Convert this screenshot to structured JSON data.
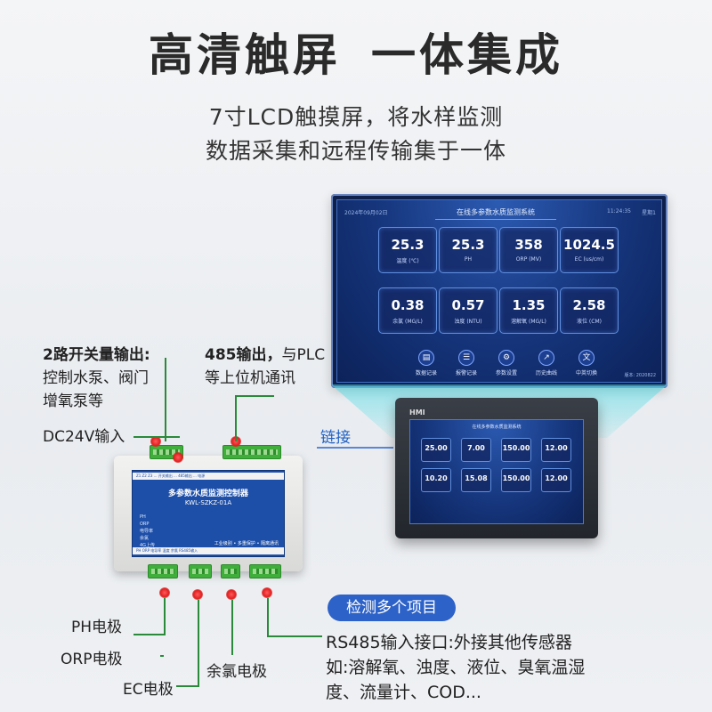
{
  "headline": {
    "left": "高清触屏",
    "right": "一体集成"
  },
  "subtitle": {
    "line1": "7寸LCD触摸屏，将水样监测",
    "line2": "数据采集和远程传输集于一体"
  },
  "big_screen": {
    "title": "在线多参数水质监测系统",
    "date": "2024年09月02日",
    "time": "11:24:35",
    "weekday": "星期1",
    "footer": "版本: 2020822",
    "cards": [
      {
        "value": "25.3",
        "label": "温度 (℃)"
      },
      {
        "value": "25.3",
        "label": "PH"
      },
      {
        "value": "358",
        "label": "ORP (MV)"
      },
      {
        "value": "1024.5",
        "label": "EC (us/cm)"
      },
      {
        "value": "0.38",
        "label": "余氯 (MG/L)"
      },
      {
        "value": "0.57",
        "label": "浊度 (NTU)"
      },
      {
        "value": "1.35",
        "label": "溶解氧 (MG/L)"
      },
      {
        "value": "2.58",
        "label": "液位 (CM)"
      }
    ],
    "buttons": [
      {
        "label": "数据记录",
        "icon": "clipboard-icon"
      },
      {
        "label": "报警记录",
        "icon": "alarm-list-icon"
      },
      {
        "label": "参数设置",
        "icon": "gear-icon"
      },
      {
        "label": "历史曲线",
        "icon": "chart-icon"
      },
      {
        "label": "中英切换",
        "icon": "language-icon"
      }
    ]
  },
  "hmi": {
    "label": "HMI",
    "title": "在线多参数水质监测系统",
    "cards": [
      "25.00",
      "7.00",
      "150.00",
      "12.00",
      "10.20",
      "15.08",
      "150.00",
      "12.00"
    ]
  },
  "link_label": "链接",
  "module": {
    "title": "多参数水质监测控制器",
    "model": "KWL-SZKZ-01A",
    "list": [
      "PH",
      "ORP",
      "电导率",
      "余氯",
      "4G上传"
    ],
    "features": "工业级别 • 多重保护 • 隔离通讯",
    "strip_top": "Z1 Z2 Z3 ... 开关输出 ... 485输出 ... 电源",
    "strip_bot": "PH   ORP   电导率  温度   余氯   RS485输入"
  },
  "callouts": {
    "relay_title": "2路开关量输出:",
    "relay_line1": "控制水泵、阀门",
    "relay_line2": "增氧泵等",
    "rs485_title": "485输出，",
    "rs485_rest": "与PLC",
    "rs485_line2": "等上位机通讯",
    "dc24v": "DC24V输入"
  },
  "electrodes": {
    "ph": "PH电极",
    "orp": "ORP电极",
    "ec": "EC电极",
    "chlorine": "余氯电极"
  },
  "detect": {
    "pill": "检测多个项目",
    "para": "RS485输入接口:外接其他传感器如:溶解氧、浊度、液位、臭氧温湿度、流量计、COD..."
  }
}
